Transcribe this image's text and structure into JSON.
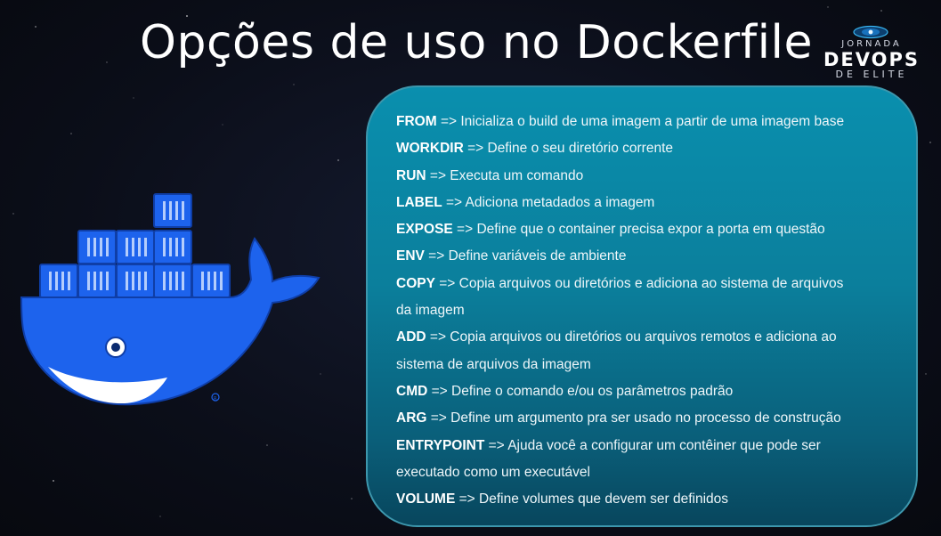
{
  "slide": {
    "title": "Opções de uso no Dockerfile",
    "logo": {
      "line1": "JORNADA",
      "line2": "DEVOPS",
      "line3": "DE ELITE"
    },
    "whale_icon": "docker-whale-icon",
    "colors": {
      "background": "#0c0f1b",
      "panel": "#0a8fae",
      "whale": "#1d63ed",
      "text": "#ffffff"
    }
  },
  "commands": [
    {
      "keyword": "FROM",
      "text": " => Inicializa o build de uma imagem a partir de uma imagem base"
    },
    {
      "keyword": "WORKDIR",
      "text": " => Define o seu diretório corrente"
    },
    {
      "keyword": "RUN",
      "text": " => Executa um comando"
    },
    {
      "keyword": "LABEL",
      "text": " => Adiciona metadados a imagem"
    },
    {
      "keyword": "EXPOSE",
      "text": " => Define que o container precisa expor a porta em questão"
    },
    {
      "keyword": "ENV",
      "text": " => Define variáveis de ambiente"
    },
    {
      "keyword": "COPY",
      "text": " => Copia arquivos ou diretórios e adiciona ao sistema de arquivos",
      "cont": "da imagem"
    },
    {
      "keyword": "ADD",
      "text": " => Copia arquivos ou diretórios ou arquivos remotos e adiciona ao",
      "cont": "sistema de arquivos da imagem"
    },
    {
      "keyword": "CMD",
      "text": " => Define o comando e/ou os parâmetros padrão"
    },
    {
      "keyword": "ARG",
      "text": " => Define um argumento pra ser usado no processo de construção"
    },
    {
      "keyword": "ENTRYPOINT",
      "text": " => Ajuda você a configurar um contêiner que pode ser",
      "cont": "executado como um executável"
    },
    {
      "keyword": "VOLUME",
      "text": " => Define volumes que devem ser definidos"
    }
  ]
}
